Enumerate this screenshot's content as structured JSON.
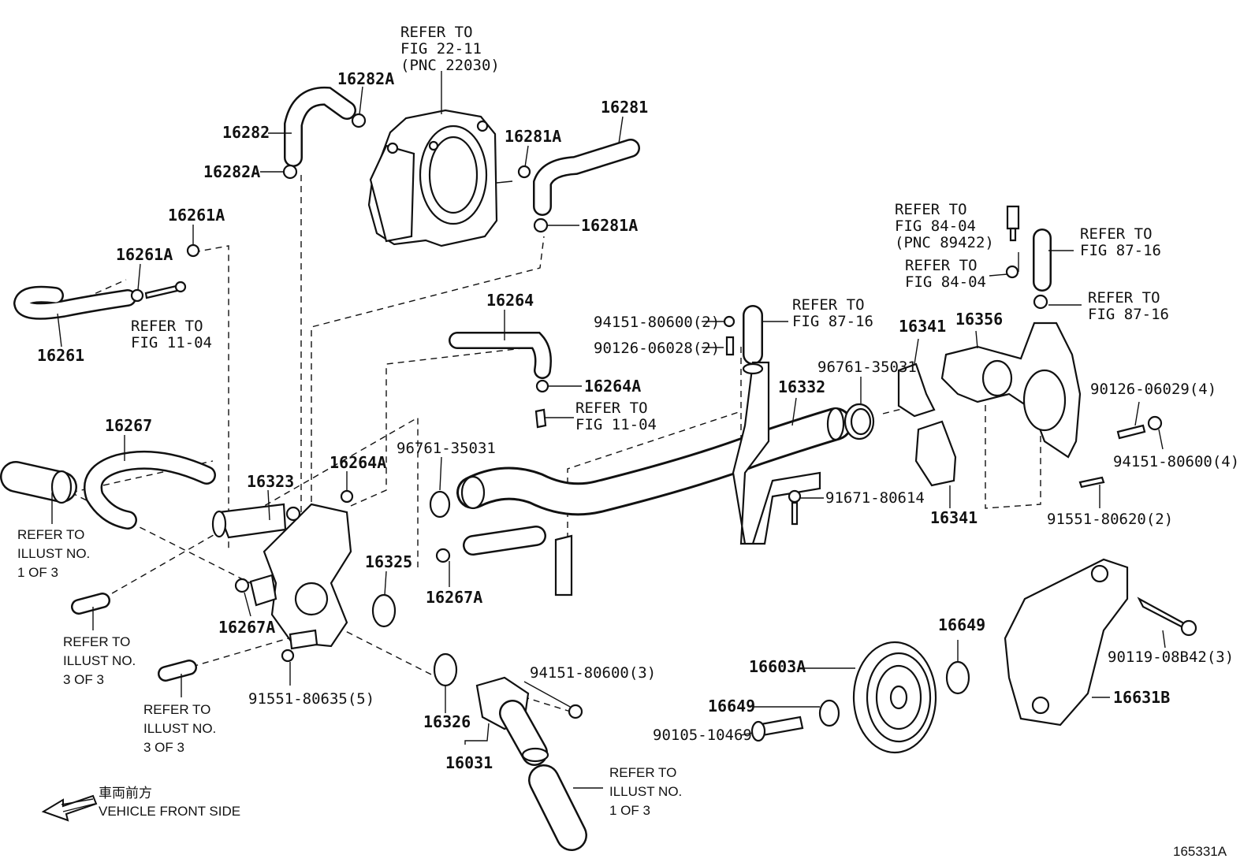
{
  "callouts": {
    "ref_fig_22_11": [
      "REFER TO",
      "FIG 22-11",
      "(PNC 22030)"
    ],
    "ref_fig_11_04_a": [
      "REFER TO",
      "FIG 11-04"
    ],
    "ref_fig_11_04_b": [
      "REFER TO",
      "FIG 11-04"
    ],
    "ref_fig_84_04_pnc": [
      "REFER TO",
      "FIG 84-04",
      "(PNC 89422)"
    ],
    "ref_fig_84_04": [
      "REFER TO",
      "FIG 84-04"
    ],
    "ref_fig_87_16_a": [
      "REFER TO",
      "FIG 87-16"
    ],
    "ref_fig_87_16_b": [
      "REFER TO",
      "FIG 87-16"
    ],
    "ref_fig_87_16_c": [
      "REFER TO",
      "FIG 87-16"
    ],
    "ref_illust_1of3_left": [
      "REFER TO",
      "ILLUST NO.",
      "1 OF 3"
    ],
    "ref_illust_3of3_a": [
      "REFER TO",
      "ILLUST NO.",
      "3 OF 3"
    ],
    "ref_illust_3of3_b": [
      "REFER TO",
      "ILLUST NO.",
      "3 OF 3"
    ],
    "ref_illust_1of3_bottom": [
      "REFER TO",
      "ILLUST NO.",
      "1 OF 3"
    ]
  },
  "parts": {
    "p16282A_top": "16282A",
    "p16282": "16282",
    "p16282A_mid": "16282A",
    "p16281": "16281",
    "p16281A_top": "16281A",
    "p16281A_bot": "16281A",
    "p16261A_top": "16261A",
    "p16261A_mid": "16261A",
    "p16261": "16261",
    "p16264": "16264",
    "p16264A_right": "16264A",
    "p16264A_left": "16264A",
    "p16267": "16267",
    "p16323": "16323",
    "p16325": "16325",
    "p16267A_mid": "16267A",
    "p16267A_left": "16267A",
    "p16326": "16326",
    "p16031": "16031",
    "p16332": "16332",
    "p16341_top": "16341",
    "p16356": "16356",
    "p16341_bot": "16341",
    "p16649_right": "16649",
    "p16603A": "16603A",
    "p16649_left": "16649",
    "p16631B": "16631B"
  },
  "fasteners": {
    "f94151_2": "94151-80600(2)",
    "f90126_2": "90126-06028(2)",
    "f96761_right": "96761-35031",
    "f96761_left": "96761-35031",
    "f91671": "91671-80614",
    "f90126_4": "90126-06029(4)",
    "f94151_4": "94151-80600(4)",
    "f91551_2": "91551-80620(2)",
    "f91551_5": "91551-80635(5)",
    "f94151_3": "94151-80600(3)",
    "f90105": "90105-10469",
    "f90119": "90119-08B42(3)"
  },
  "footer": {
    "direction_jp": "車両前方",
    "direction_en": "VEHICLE FRONT SIDE",
    "figure_id": "165331A"
  }
}
